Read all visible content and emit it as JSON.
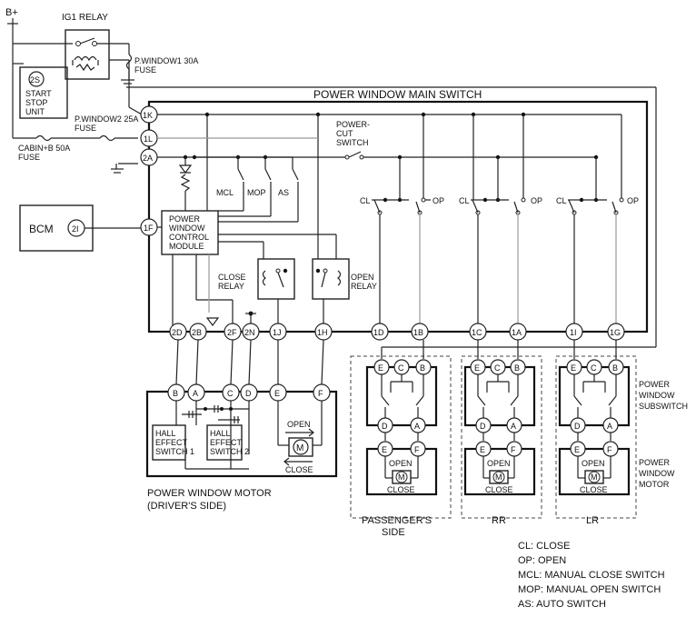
{
  "supply": "B+",
  "ig1_relay": "IG1 RELAY",
  "start_stop_unit": {
    "terminal": "2S",
    "lines": [
      "START",
      "STOP",
      "UNIT"
    ]
  },
  "fuses": {
    "pwindow1": [
      "P.WINDOW1 30A",
      "FUSE"
    ],
    "pwindow2": [
      "P.WINDOW2 25A",
      "FUSE"
    ],
    "cabin": [
      "CABIN+B 50A",
      "FUSE"
    ]
  },
  "main_switch": {
    "title": "POWER WINDOW MAIN SWITCH",
    "power_cut": [
      "POWER-",
      "CUT",
      "SWITCH"
    ],
    "module": [
      "POWER",
      "WINDOW",
      "CONTROL",
      "MODULE"
    ],
    "close_relay": [
      "CLOSE",
      "RELAY"
    ],
    "open_relay": [
      "OPEN",
      "RELAY"
    ],
    "switch_labels": [
      "MCL",
      "MOP",
      "AS"
    ],
    "cl": "CL",
    "op": "OP",
    "left_terminals": [
      "1K",
      "1L",
      "2A",
      "1F"
    ],
    "bottom_terminals": [
      "2D",
      "2B",
      "2F",
      "2N",
      "1J",
      "1H",
      "1D",
      "1B",
      "1C",
      "1A",
      "1I",
      "1G"
    ]
  },
  "bcm": {
    "label": "BCM",
    "terminal": "2I"
  },
  "driver_motor": {
    "terminals": [
      "B",
      "A",
      "C",
      "D",
      "E",
      "F"
    ],
    "hall1": [
      "HALL",
      "EFFECT",
      "SWITCH 1"
    ],
    "hall2": [
      "HALL",
      "EFFECT",
      "SWITCH 2"
    ],
    "open": "OPEN",
    "close": "CLOSE",
    "motor": "M",
    "caption": [
      "POWER WINDOW MOTOR",
      "(DRIVER'S SIDE)"
    ]
  },
  "subswitch": {
    "top_terminals": [
      "E",
      "C",
      "B"
    ],
    "mid_terminals": [
      "D",
      "A"
    ],
    "motor_terminals": [
      "E",
      "F"
    ],
    "open": "OPEN",
    "close": "CLOSE",
    "motor": "M",
    "label_subswitch": [
      "POWER",
      "WINDOW",
      "SUBSWITCH"
    ],
    "label_motor": [
      "POWER",
      "WINDOW",
      "MOTOR"
    ],
    "groups": [
      "PASSENGER'S",
      "SIDE",
      "RR",
      "LR"
    ]
  },
  "legend": [
    "CL: CLOSE",
    "OP: OPEN",
    "MCL: MANUAL CLOSE SWITCH",
    "MOP: MANUAL OPEN SWITCH",
    "AS: AUTO SWITCH"
  ]
}
